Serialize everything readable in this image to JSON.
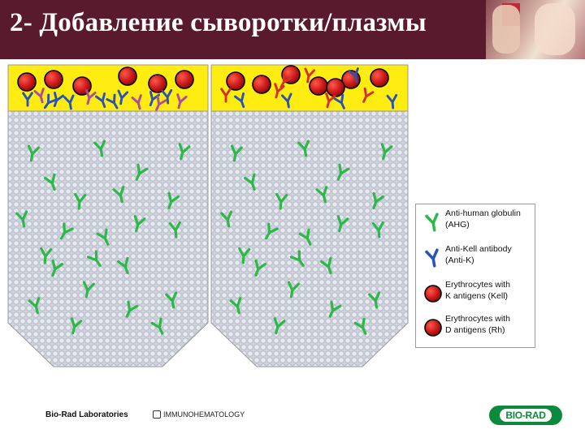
{
  "title": "2- Добавление сыворотки/плазмы",
  "legend": {
    "items": [
      {
        "label": "Anti-human globulin\n(AHG)",
        "icon": "ahg-antibody-icon",
        "color": "#2eb84a"
      },
      {
        "label": "Anti-Kell antibody\n(Anti-K)",
        "icon": "anti-k-antibody-icon",
        "color": "#2b52b6"
      },
      {
        "label": "Erythrocytes with\nK antigens (Kell)",
        "icon": "kell-erythrocyte-icon",
        "color": "#cc1a1a"
      },
      {
        "label": "Erythrocytes with\nD antigens (Rh)",
        "icon": "rh-erythrocyte-icon",
        "color": "#cc1a1a"
      }
    ]
  },
  "colors": {
    "header_bg": "#5a1a2e",
    "reaction_chamber": "#ffec10",
    "gel": "#c9cdd8",
    "ahg": "#2eb84a",
    "anti_k": "#2b52b6",
    "anti_k_alt": "#d4302a",
    "erythrocyte": "#cc1a1a"
  },
  "footer": {
    "company": "Bio-Rad Laboratories",
    "division": "IMMUNOHEMATOLOGY",
    "logo_text": "BIO-RAD"
  }
}
